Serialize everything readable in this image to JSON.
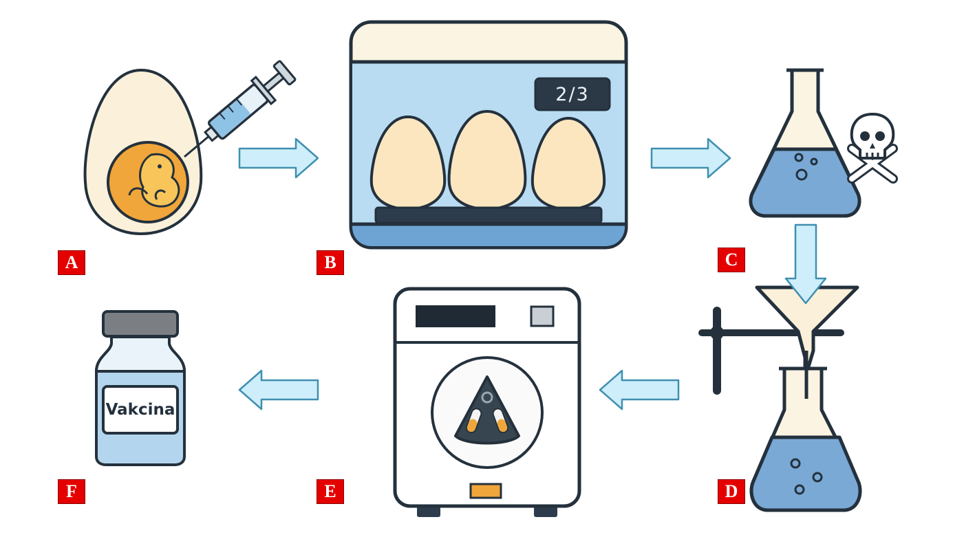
{
  "steps": [
    {
      "label": "A",
      "icon": "egg-injection-icon"
    },
    {
      "label": "B",
      "icon": "incubator-icon"
    },
    {
      "label": "C",
      "icon": "toxic-flask-icon"
    },
    {
      "label": "D",
      "icon": "filtration-icon"
    },
    {
      "label": "E",
      "icon": "centrifuge-icon"
    },
    {
      "label": "F",
      "icon": "vaccine-vial-icon"
    }
  ],
  "incubator": {
    "display": "2/3"
  },
  "vial": {
    "label": "Vakcina"
  },
  "colors": {
    "label_bg": "#e50000",
    "arrow_fill": "#cdeefa",
    "arrow_stroke": "#3f8fb0",
    "liquid": "#7aa9d6",
    "egg": "#fbe6c0",
    "embryo": "#f0a63a",
    "outline": "#24313d"
  }
}
